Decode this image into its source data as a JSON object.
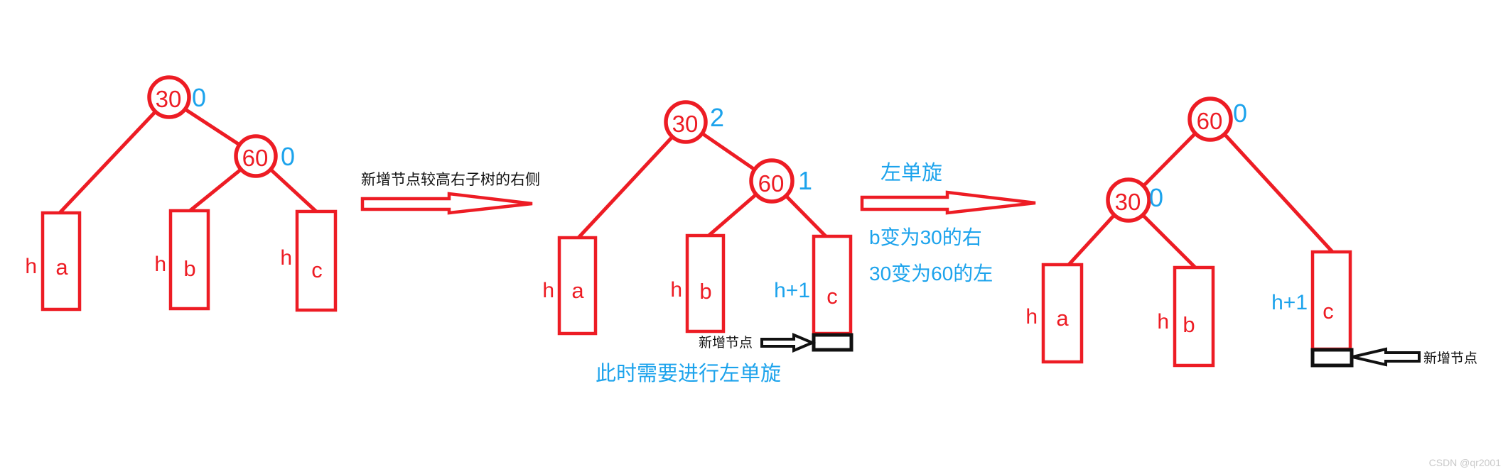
{
  "colors": {
    "red": "#ED1C24",
    "blue": "#1CA3EC",
    "black": "#111111",
    "watermark_gray": "#C9C9C9"
  },
  "tree_initial": {
    "root_value": "30",
    "root_bf": "0",
    "right_value": "60",
    "right_bf": "0",
    "subtree_a": {
      "height": "h",
      "label": "a"
    },
    "subtree_b": {
      "height": "h",
      "label": "b"
    },
    "subtree_c": {
      "height": "h",
      "label": "c"
    }
  },
  "transition_insert": {
    "caption": "新增节点较高右子树的右侧"
  },
  "tree_unbalanced": {
    "root_value": "30",
    "root_bf": "2",
    "right_value": "60",
    "right_bf": "1",
    "subtree_a": {
      "height": "h",
      "label": "a"
    },
    "subtree_b": {
      "height": "h",
      "label": "b"
    },
    "subtree_c": {
      "height": "h+1",
      "label": "c"
    },
    "new_node_label": "新增节点",
    "caption": "此时需要进行左单旋"
  },
  "transition_rotate": {
    "caption": "左单旋",
    "note_line1": "b变为30的右",
    "note_line2": "30变为60的左"
  },
  "tree_balanced": {
    "root_value": "60",
    "root_bf": "0",
    "left_value": "30",
    "left_bf": "0",
    "subtree_a": {
      "height": "h",
      "label": "a"
    },
    "subtree_b": {
      "height": "h",
      "label": "b"
    },
    "subtree_c": {
      "height": "h+1",
      "label": "c"
    },
    "new_node_label": "新增节点"
  },
  "watermark": "CSDN @qr2001"
}
